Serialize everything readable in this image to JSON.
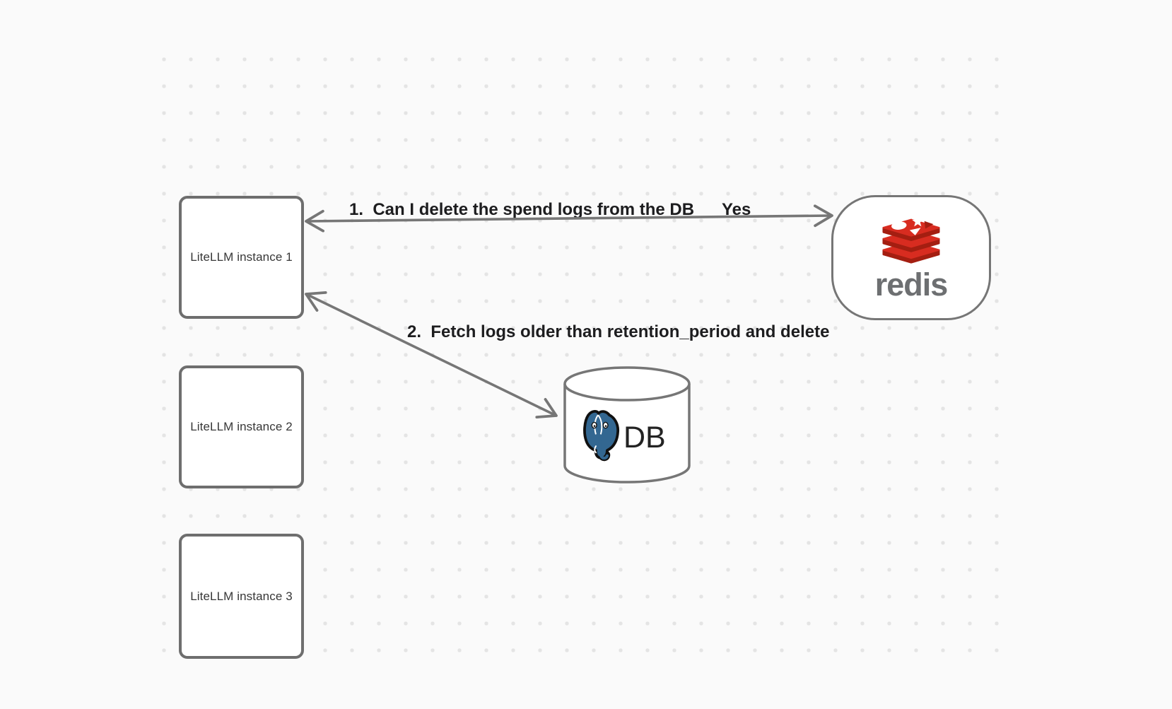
{
  "canvas": {
    "background": "#fafafa",
    "dot_grid_color": "#e4e4e4"
  },
  "nodes": {
    "litellm_instances": [
      {
        "label": "LiteLLM instance 1"
      },
      {
        "label": "LiteLLM instance 2"
      },
      {
        "label": "LiteLLM instance 3"
      }
    ],
    "redis": {
      "wordmark": "redis",
      "icon": "redis-stack-icon"
    },
    "database": {
      "label": "DB",
      "icon": "postgresql-elephant-icon",
      "shape": "cylinder"
    }
  },
  "edges": [
    {
      "label": "1.  Can I delete the spend logs from the DB",
      "response": "Yes",
      "from": "LiteLLM instance 1",
      "to": "redis",
      "style": "double-headed-arrow"
    },
    {
      "label": "2.  Fetch logs older than retention_period and delete",
      "from": "LiteLLM instance 1",
      "to": "DB",
      "style": "double-headed-arrow"
    }
  ],
  "colors": {
    "stroke_gray": "#767676",
    "edge_label_text": "#1d1d1f",
    "node_text": "#373737",
    "redis_red": "#d82c20",
    "redis_dark_red": "#a41e11",
    "redis_wordmark_gray": "#6d6f71",
    "postgres_blue": "#336791",
    "db_text": "#232323"
  }
}
